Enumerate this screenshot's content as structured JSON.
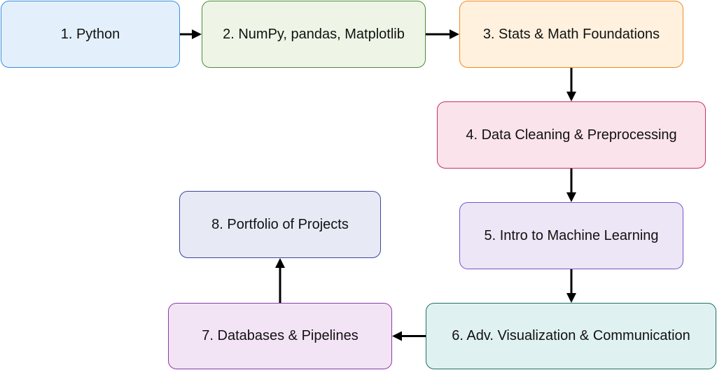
{
  "diagram": {
    "type": "flowchart",
    "nodes": [
      {
        "id": "n1",
        "label": "1. Python",
        "fill": "#e3f0fb",
        "stroke": "#3a8ddd"
      },
      {
        "id": "n2",
        "label": "2. NumPy, pandas, Matplotlib",
        "fill": "#eef5e6",
        "stroke": "#4e8a3a"
      },
      {
        "id": "n3",
        "label": "3. Stats & Math Foundations",
        "fill": "#fff1de",
        "stroke": "#f08a22"
      },
      {
        "id": "n4",
        "label": "4. Data Cleaning & Preprocessing",
        "fill": "#fbe3ec",
        "stroke": "#c2306c"
      },
      {
        "id": "n5",
        "label": "5. Intro to Machine Learning",
        "fill": "#ede6f6",
        "stroke": "#7a55c8"
      },
      {
        "id": "n6",
        "label": "6. Adv. Visualization & Communication",
        "fill": "#e0f1f1",
        "stroke": "#1e7266"
      },
      {
        "id": "n7",
        "label": "7. Databases & Pipelines",
        "fill": "#f3e4f5",
        "stroke": "#8a3aa8"
      },
      {
        "id": "n8",
        "label": "8. Portfolio of Projects",
        "fill": "#e7e9f5",
        "stroke": "#3a45a0"
      }
    ],
    "edges": [
      {
        "from": "n1",
        "to": "n2"
      },
      {
        "from": "n2",
        "to": "n3"
      },
      {
        "from": "n3",
        "to": "n4"
      },
      {
        "from": "n4",
        "to": "n5"
      },
      {
        "from": "n5",
        "to": "n6"
      },
      {
        "from": "n6",
        "to": "n7"
      },
      {
        "from": "n7",
        "to": "n8"
      }
    ]
  }
}
